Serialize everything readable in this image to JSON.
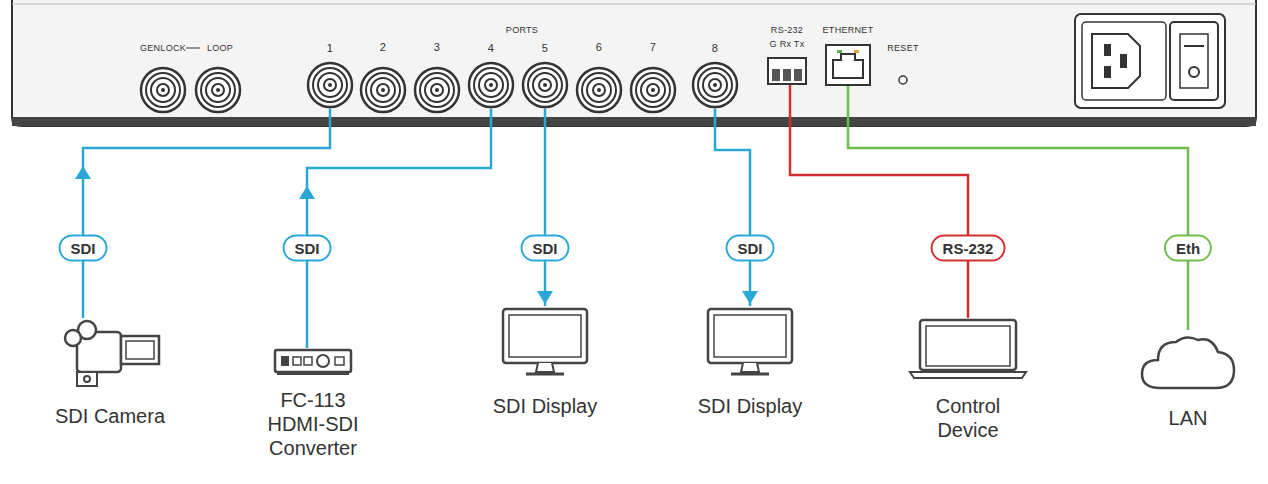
{
  "diagram": {
    "nodes": [
      {
        "text": [
          "1"
        ]
      },
      {
        "text": [
          "4"
        ]
      },
      {
        "text": [
          "5"
        ]
      },
      {
        "text": [
          "8"
        ]
      },
      {
        "text": [
          "RS-232",
          "G Rx Tx"
        ]
      },
      {
        "text": [
          "ETHERNET"
        ]
      },
      {
        "text": [
          "SDI Camera"
        ]
      },
      {
        "text": [
          "FC-113 HDMI-SDI Converter"
        ]
      },
      {
        "text": [
          "SDI Display"
        ]
      },
      {
        "text": [
          "SDI Display"
        ]
      },
      {
        "text": [
          "Control Device"
        ]
      },
      {
        "text": [
          "LAN"
        ]
      }
    ],
    "edges": [
      {
        "from": 6,
        "to": 0,
        "arrow": "to",
        "label": "SDI"
      },
      {
        "from": 7,
        "to": 1,
        "arrow": "to",
        "label": "SDI"
      },
      {
        "from": 2,
        "to": 8,
        "arrow": "to",
        "label": "SDI"
      },
      {
        "from": 3,
        "to": 9,
        "arrow": "to",
        "label": "SDI"
      },
      {
        "from": 4,
        "to": 10,
        "arrow": "none",
        "label": "RS-232"
      },
      {
        "from": 5,
        "to": 11,
        "arrow": "none",
        "label": "Eth"
      }
    ],
    "labels": [
      "GENLOCK",
      "LOOP",
      "PORTS",
      "2",
      "3",
      "6",
      "7",
      "RESET"
    ]
  }
}
